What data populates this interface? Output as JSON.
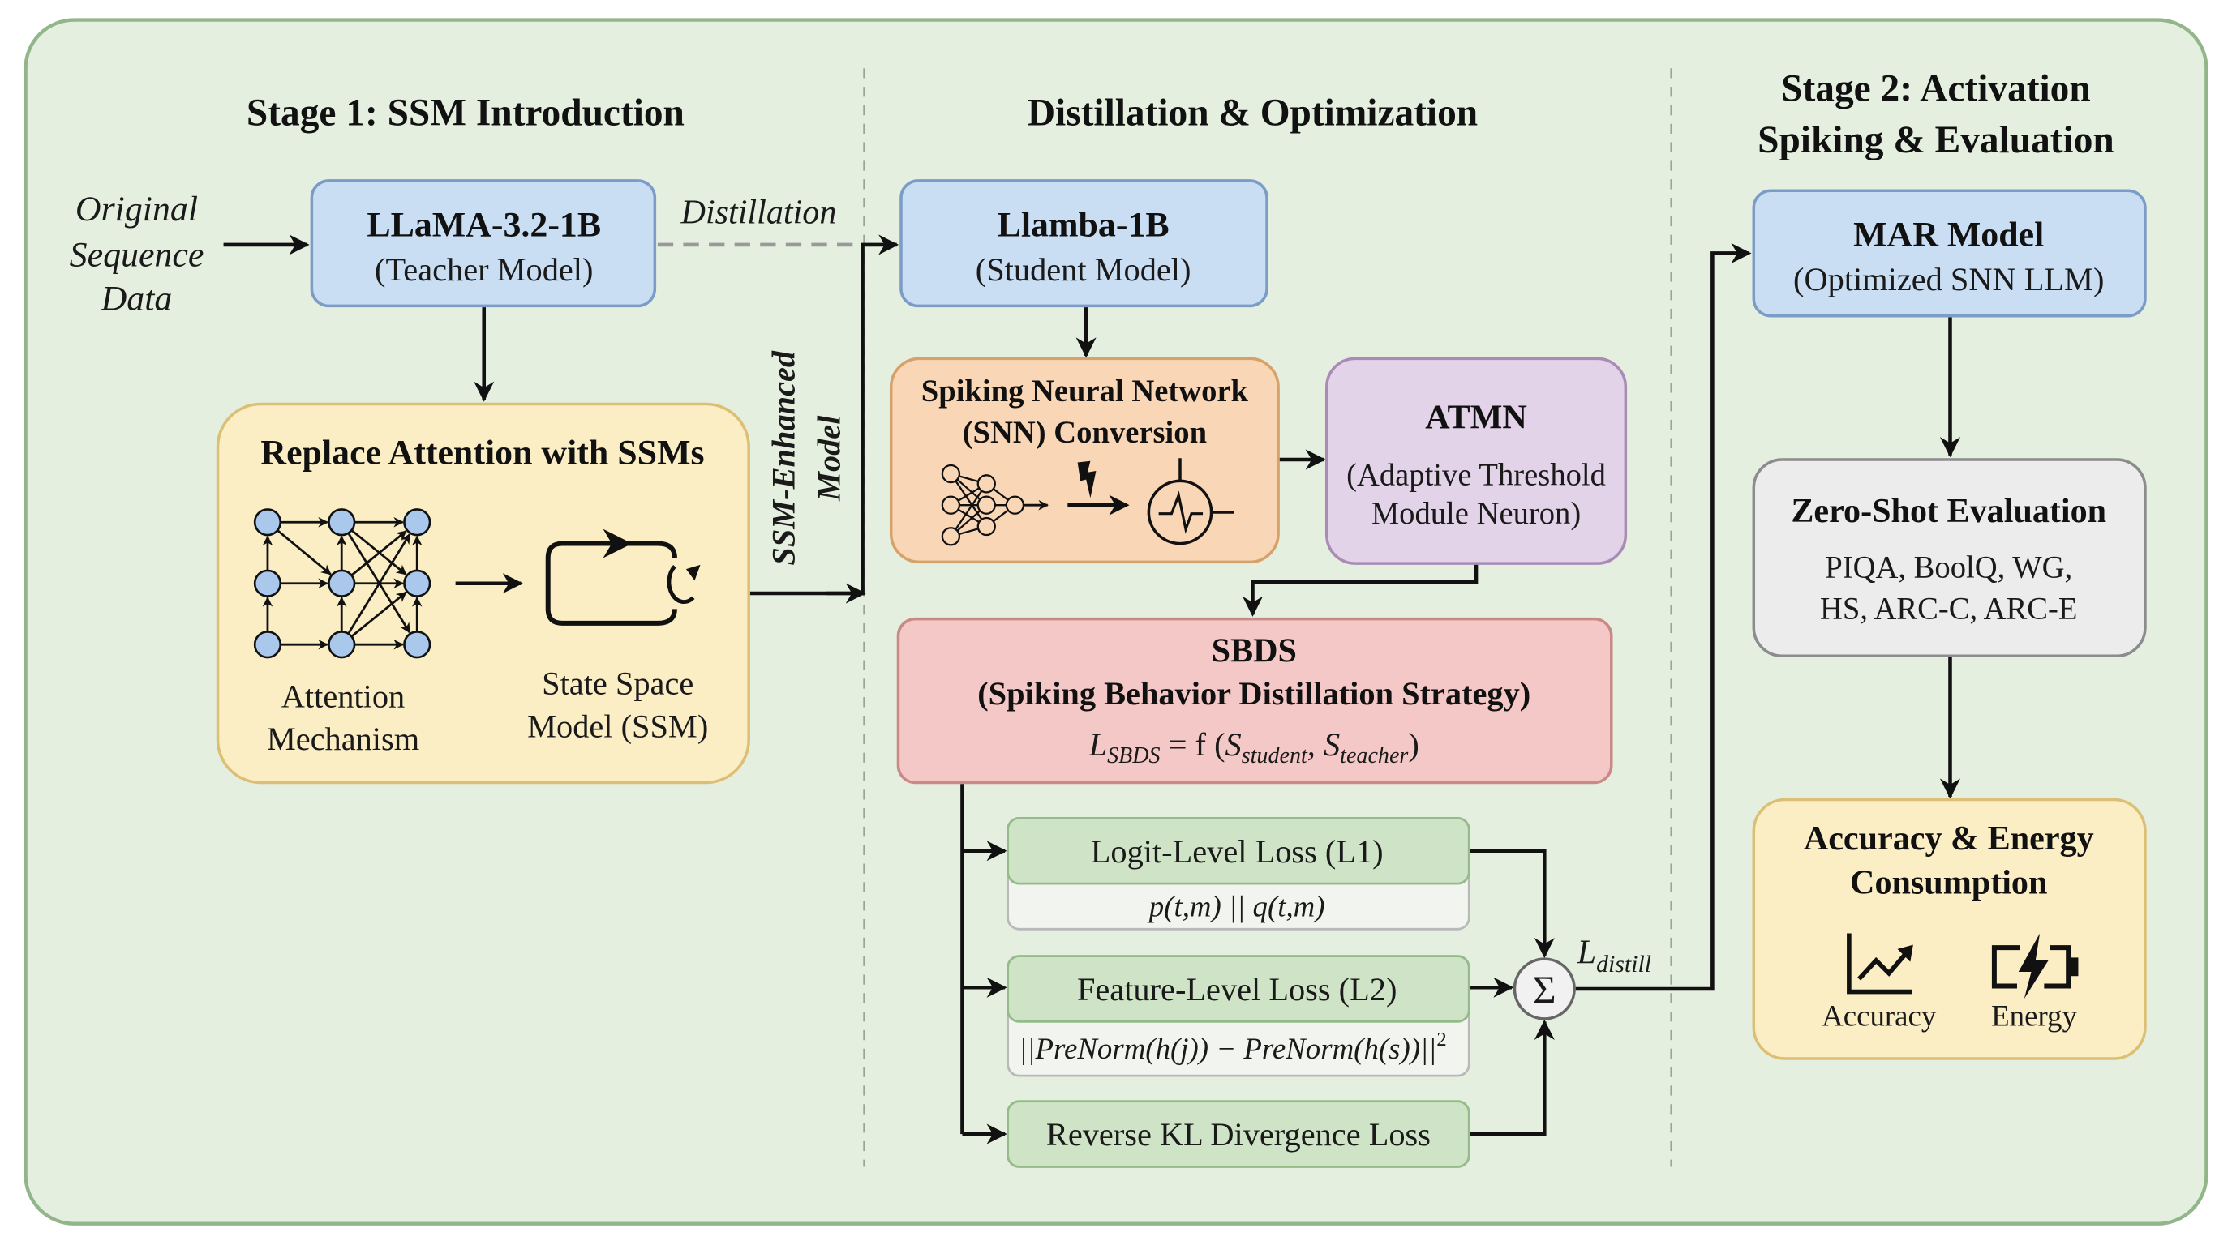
{
  "colors": {
    "canvas_bg": "#e4efe0",
    "canvas_border": "#93b58a",
    "blue_fill": "#c9ddf3",
    "blue_border": "#7b9cc7",
    "yellow_fill": "#fbedc4",
    "yellow_border": "#dcbf74",
    "orange_fill": "#f9d7b6",
    "orange_border": "#d7a16a",
    "purple_fill": "#e3d3e9",
    "purple_border": "#a98bb6",
    "red_fill": "#f4c8c6",
    "red_border": "#c98a87",
    "green_fill": "#cfe4c6",
    "green_border": "#94bb88",
    "gray_fill": "#ececec",
    "gray_border": "#8c8c8c",
    "node_fill": "#a9c8eb",
    "arrow": "#111111",
    "dashed_arrow": "#999999"
  },
  "stages": {
    "stage1": "Stage 1: SSM Introduction",
    "middle": "Distillation & Optimization",
    "stage2_line1": "Stage 2: Activation",
    "stage2_line2": "Spiking & Evaluation"
  },
  "input": {
    "line1": "Original",
    "line2": "Sequence",
    "line3": "Data"
  },
  "teacher": {
    "title": "LLaMA-3.2-1B",
    "subtitle": "(Teacher Model)"
  },
  "distillation_label": "Distillation",
  "ssm_enhanced_label": {
    "line1": "SSM-Enhanced",
    "line2": "Model"
  },
  "replace_box": {
    "title": "Replace Attention with SSMs",
    "attention_label_1": "Attention",
    "attention_label_2": "Mechanism",
    "ssm_label_1": "State Space",
    "ssm_label_2": "Model (SSM)"
  },
  "student": {
    "title": "Llamba-1B",
    "subtitle": "(Student Model)"
  },
  "snn": {
    "title_1": "Spiking Neural Network",
    "title_2": "(SNN) Conversion"
  },
  "atmn": {
    "title": "ATMN",
    "subtitle_1": "(Adaptive Threshold",
    "subtitle_2": "Module Neuron)"
  },
  "sbds": {
    "title": "SBDS",
    "subtitle": "(Spiking Behavior Distillation Strategy)",
    "formula": {
      "L": "L",
      "L_sub": "SBDS",
      "eq": " = f (",
      "S1": "S",
      "S1_sub": "student",
      "comma": ", ",
      "S2": "S",
      "S2_sub": "teacher",
      "close": ")"
    }
  },
  "losses": [
    {
      "title": "Logit-Level Loss (L1)",
      "formula": "p(t,m) || q(t,m)"
    },
    {
      "title": "Feature-Level Loss (L2)",
      "formula": "||PreNorm(h(j)) − PreNorm(h(s))||",
      "formula_sup": "2"
    },
    {
      "title": "Reverse KL Divergence Loss"
    }
  ],
  "sum_symbol": "Σ",
  "distill_label": {
    "L": "L",
    "sub": "distill"
  },
  "mar": {
    "title": "MAR Model",
    "subtitle": "(Optimized SNN LLM)"
  },
  "zeroshot": {
    "title": "Zero-Shot Evaluation",
    "line1": "PIQA, BoolQ, WG,",
    "line2": "HS, ARC-C, ARC-E"
  },
  "results": {
    "title_1": "Accuracy & Energy",
    "title_2": "Consumption",
    "accuracy_label": "Accuracy",
    "energy_label": "Energy",
    "accuracy_icon": "trending-chart-icon",
    "energy_icon": "battery-charging-icon"
  }
}
